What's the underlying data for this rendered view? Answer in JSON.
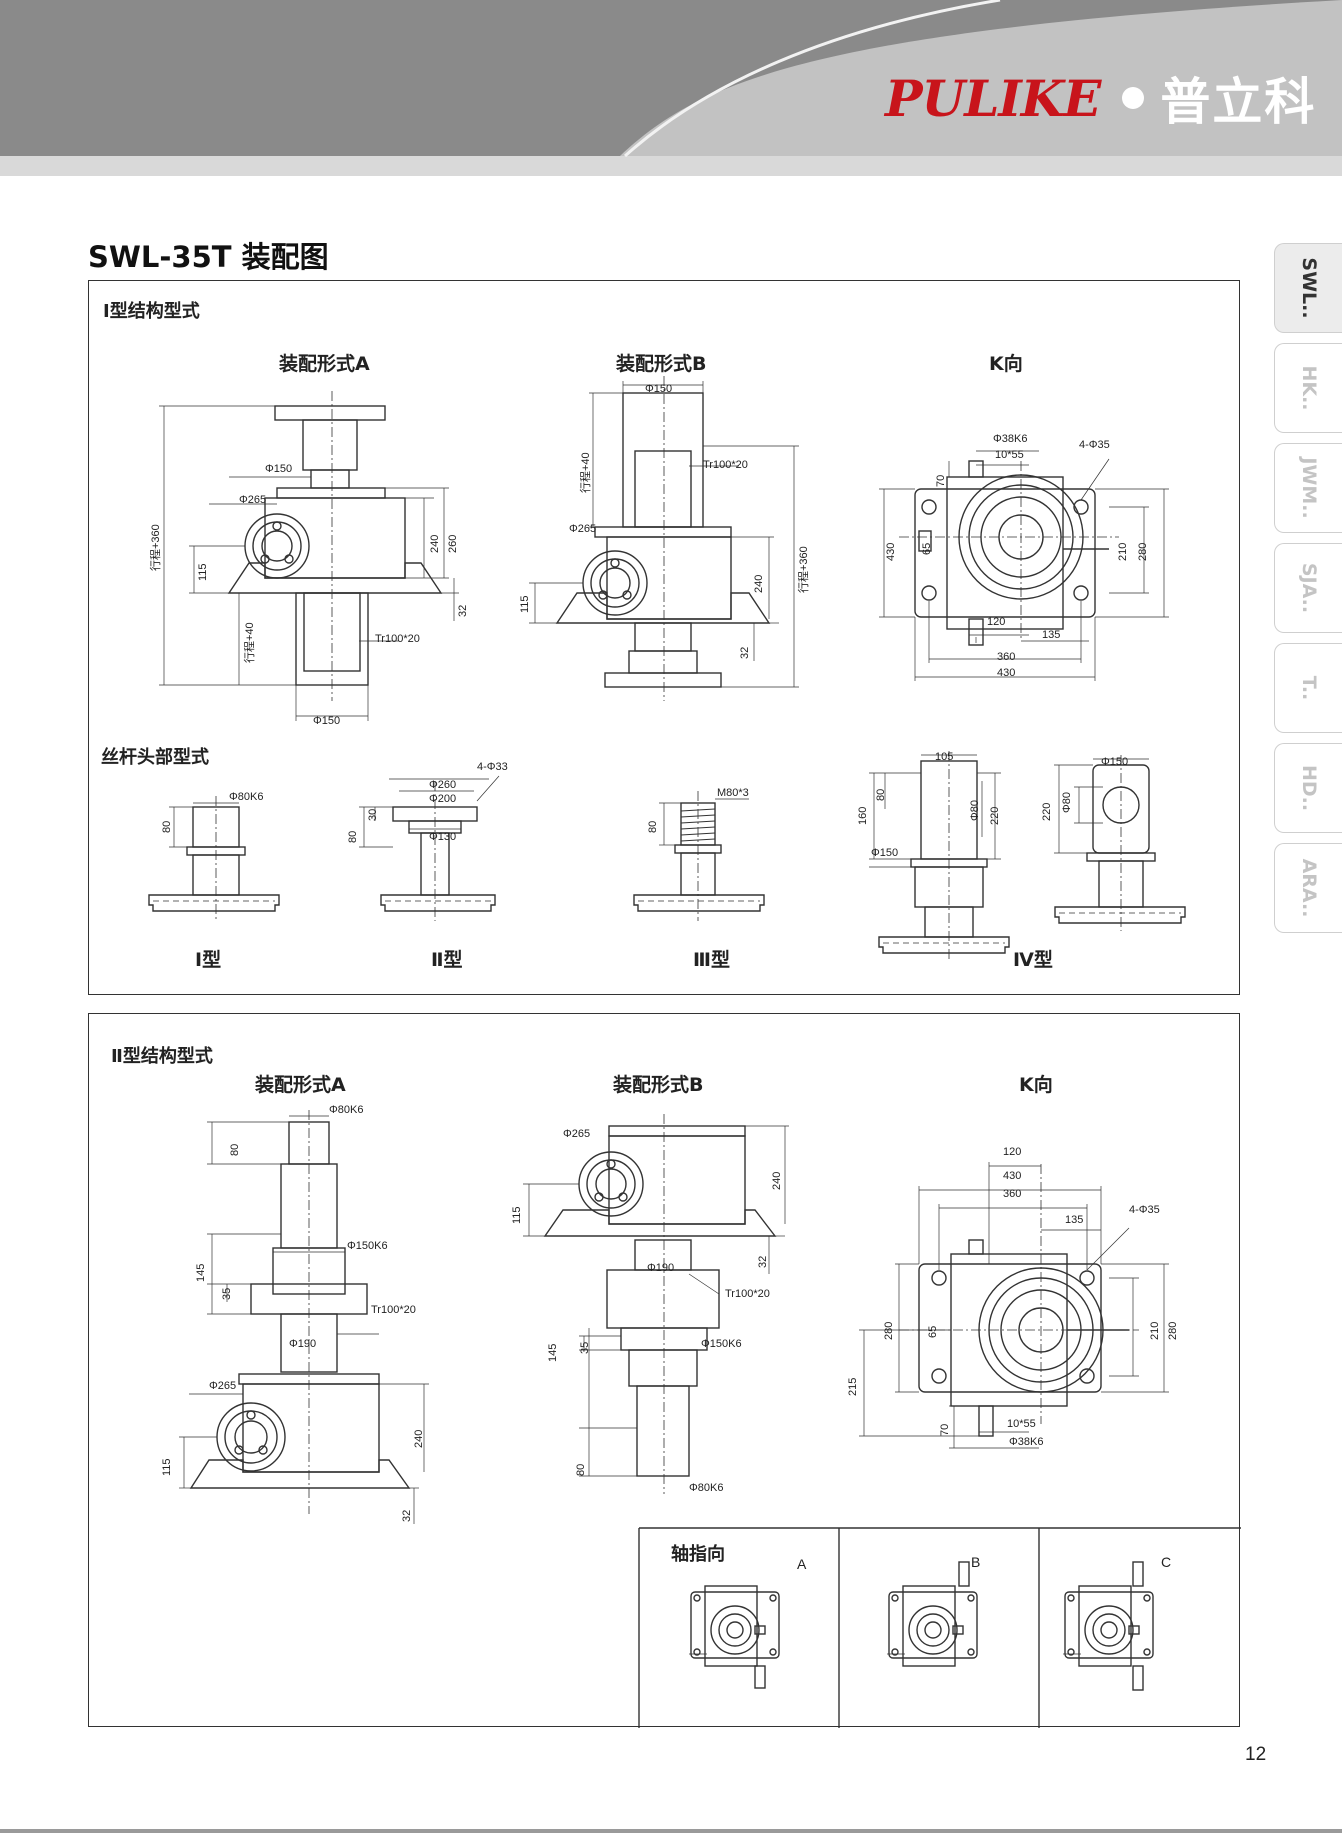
{
  "header": {
    "brand_latin": "PULIKE",
    "brand_cn": "普立科"
  },
  "page_title": "SWL-35T 装配图",
  "side_tabs": [
    "SWL..",
    "HK..",
    "JWM..",
    "SJA..",
    "T..",
    "HD..",
    "ARA.."
  ],
  "section1": {
    "title": "Ⅰ型结构型式",
    "views": [
      "装配形式A",
      "装配形式B",
      "K向"
    ],
    "screw_head_title": "丝杆头部型式",
    "types": [
      "Ⅰ型",
      "Ⅱ型",
      "Ⅲ型",
      "Ⅳ型"
    ],
    "dims": {
      "a_phi150_top": "Φ150",
      "a_phi265": "Φ265",
      "a_240": "240",
      "a_260": "260",
      "a_115": "115",
      "a_32": "32",
      "a_stroke360": "行程+360",
      "a_stroke40": "行程+40",
      "a_tr": "Tr100*20",
      "a_phi150_bot": "Φ150",
      "b_phi150": "Φ150",
      "b_stroke40": "行程+40",
      "b_tr": "Tr100*20",
      "b_phi265": "Φ265",
      "b_240": "240",
      "b_stroke360": "行程+360",
      "b_115": "115",
      "b_32": "32",
      "k_phi38": "Φ38K6",
      "k_1055": "10*55",
      "k_4phi35": "4-Φ35",
      "k_70": "70",
      "k_430v": "430",
      "k_65": "65",
      "k_210": "210",
      "k_280": "280",
      "k_120": "120",
      "k_135": "135",
      "k_360": "360",
      "k_430": "430",
      "t1_phi80": "Φ80K6",
      "t1_80": "80",
      "t2_4phi33": "4-Φ33",
      "t2_phi260": "Φ260",
      "t2_phi200": "Φ200",
      "t2_phi130": "Φ130",
      "t2_80": "80",
      "t2_30": "30",
      "t3_m80": "M80*3",
      "t3_80": "80",
      "t4_105": "105",
      "t4_160": "160",
      "t4_80": "80",
      "t4_phi80": "Φ80",
      "t4_220": "220",
      "t4_phi150": "Φ150",
      "t4b_phi150": "Φ150",
      "t4b_220": "220",
      "t4b_phi80": "Φ80"
    }
  },
  "section2": {
    "title": "Ⅱ型结构型式",
    "views": [
      "装配形式A",
      "装配形式B",
      "K向"
    ],
    "shaft_title": "轴指向",
    "shaft_dirs": [
      "A",
      "B",
      "C"
    ],
    "dims": {
      "a_phi80": "Φ80K6",
      "a_80": "80",
      "a_145": "145",
      "a_35": "35",
      "a_phi150": "Φ150K6",
      "a_tr": "Tr100*20",
      "a_phi190": "Φ190",
      "a_phi265": "Φ265",
      "a_240": "240",
      "a_115": "115",
      "a_32": "32",
      "b_phi265": "Φ265",
      "b_240": "240",
      "b_115": "115",
      "b_32": "32",
      "b_phi190": "Φ190",
      "b_tr": "Tr100*20",
      "b_35": "35",
      "b_145": "145",
      "b_phi150": "Φ150K6",
      "b_80": "80",
      "b_phi80": "Φ80K6",
      "k_120": "120",
      "k_430": "430",
      "k_360": "360",
      "k_135": "135",
      "k_4phi35": "4-Φ35",
      "k_280l": "280",
      "k_65": "65",
      "k_210": "210",
      "k_280r": "280",
      "k_215": "215",
      "k_70": "70",
      "k_1055": "10*55",
      "k_phi38": "Φ38K6"
    }
  },
  "page_number": "12"
}
